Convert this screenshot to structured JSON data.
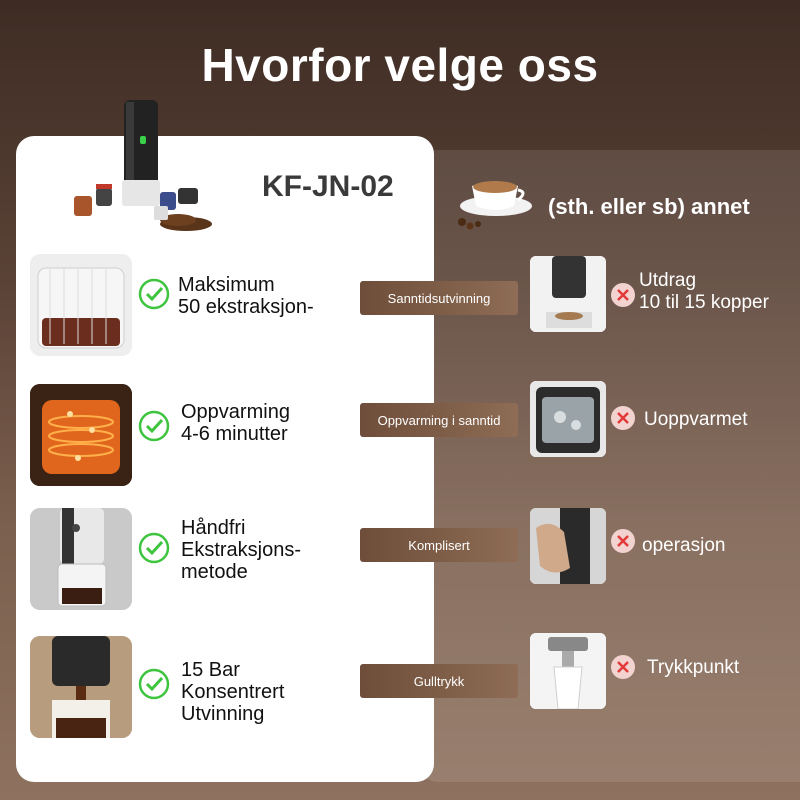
{
  "title": "Hvorfor velge oss",
  "model": "KF-JN-02",
  "competitor_label": "(sth. eller sb) annet",
  "rows": [
    {
      "feature": "Maksimum\n50 ekstraksjon-",
      "badge": "Sanntidsutvinning",
      "other": "Utdrag\n10 til 15 kopper"
    },
    {
      "feature": "Oppvarming\n4-6 minutter",
      "badge": "Oppvarming i sanntid",
      "other": "Uoppvarmet"
    },
    {
      "feature": "Håndfri\nEkstraksjons-\nmetode",
      "badge": "Komplisert",
      "other": "operasjon"
    },
    {
      "feature": "15 Bar\nKonsentrert\nUtvinning",
      "badge": "Gulltrykk",
      "other": "Trykkpunkt"
    }
  ],
  "colors": {
    "check": "#3ec43e",
    "cross": "#e23a3a",
    "badge": "#7a5a45"
  }
}
